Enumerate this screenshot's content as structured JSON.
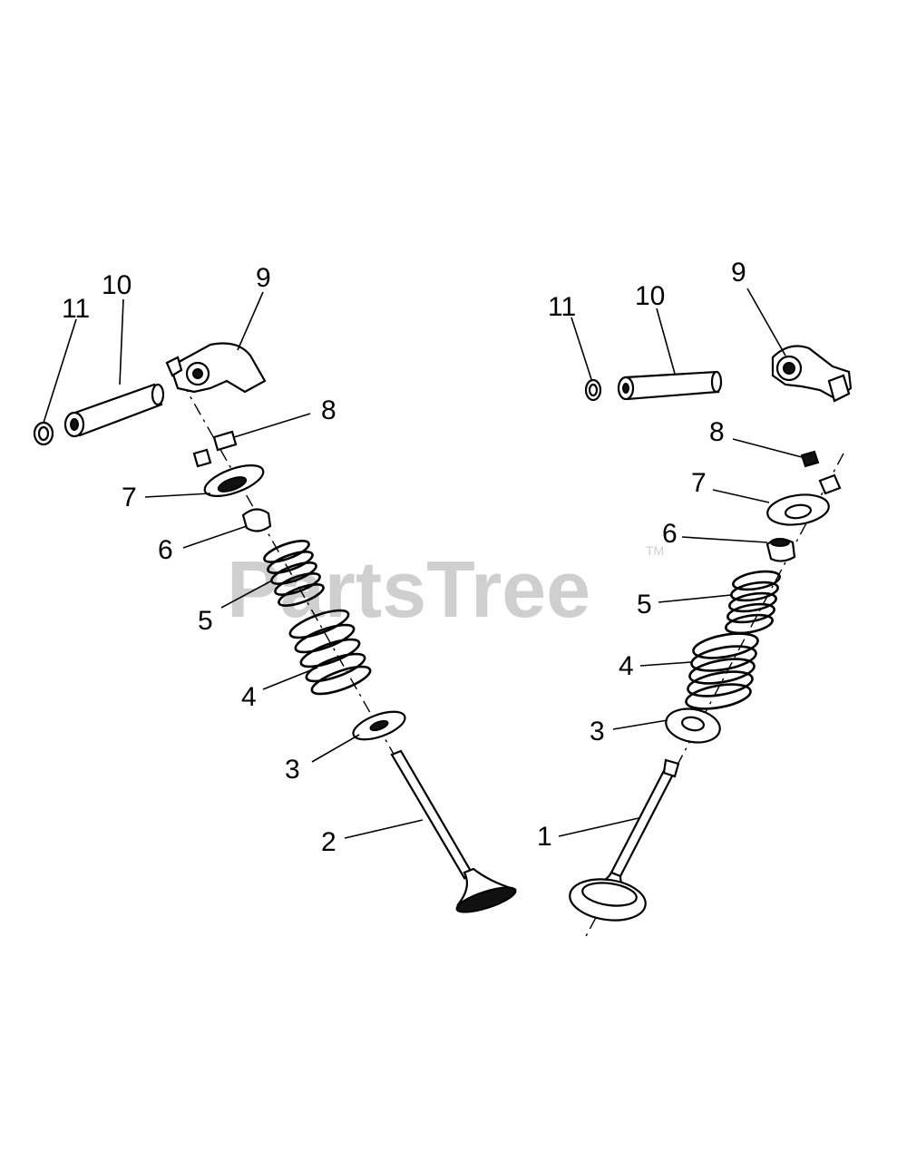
{
  "watermark": {
    "text": "PartsTree",
    "trademark": "TM"
  },
  "left_assembly": {
    "labels": [
      "11",
      "10",
      "9",
      "8",
      "7",
      "6",
      "5",
      "4",
      "3",
      "2"
    ]
  },
  "right_assembly": {
    "labels": [
      "11",
      "10",
      "9",
      "8",
      "7",
      "6",
      "5",
      "4",
      "3",
      "1"
    ]
  }
}
